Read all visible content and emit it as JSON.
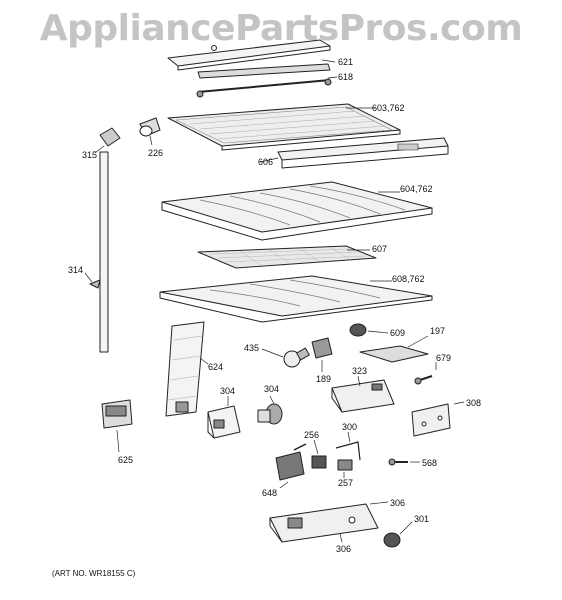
{
  "watermark": "AppliancePartsPros.com",
  "art_number": "(ART NO. WR18155 C)",
  "callouts": [
    {
      "id": "621",
      "text": "621"
    },
    {
      "id": "618",
      "text": "618"
    },
    {
      "id": "603",
      "text": "603,762"
    },
    {
      "id": "315",
      "text": "315"
    },
    {
      "id": "226",
      "text": "226"
    },
    {
      "id": "606a",
      "text": "606"
    },
    {
      "id": "604",
      "text": "604,762"
    },
    {
      "id": "607",
      "text": "607"
    },
    {
      "id": "314",
      "text": "314"
    },
    {
      "id": "608",
      "text": "608,762"
    },
    {
      "id": "609",
      "text": "609"
    },
    {
      "id": "197",
      "text": "197"
    },
    {
      "id": "435",
      "text": "435"
    },
    {
      "id": "624",
      "text": "624"
    },
    {
      "id": "189",
      "text": "189"
    },
    {
      "id": "679",
      "text": "679"
    },
    {
      "id": "323",
      "text": "323"
    },
    {
      "id": "304a",
      "text": "304"
    },
    {
      "id": "304b",
      "text": "304"
    },
    {
      "id": "308",
      "text": "308"
    },
    {
      "id": "256",
      "text": "256"
    },
    {
      "id": "300",
      "text": "300"
    },
    {
      "id": "625",
      "text": "625"
    },
    {
      "id": "568",
      "text": "568"
    },
    {
      "id": "257",
      "text": "257"
    },
    {
      "id": "648",
      "text": "648"
    },
    {
      "id": "306a",
      "text": "306"
    },
    {
      "id": "301",
      "text": "301"
    },
    {
      "id": "306b",
      "text": "306"
    }
  ]
}
